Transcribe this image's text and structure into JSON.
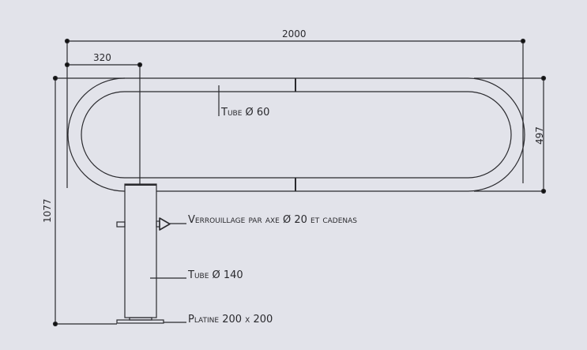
{
  "dimensions": {
    "overall_length": "2000",
    "post_offset": "320",
    "overall_height": "1077",
    "loop_width": "497"
  },
  "labels": {
    "tube_60": "Tube Ø 60",
    "locking": "Verrouillage par axe Ø 20 et cadenas",
    "tube_140": "Tube Ø 140",
    "plate": "Platine 200 x 200"
  },
  "colors": {
    "background": "#e2e3ea",
    "line": "#2a2a2e"
  }
}
